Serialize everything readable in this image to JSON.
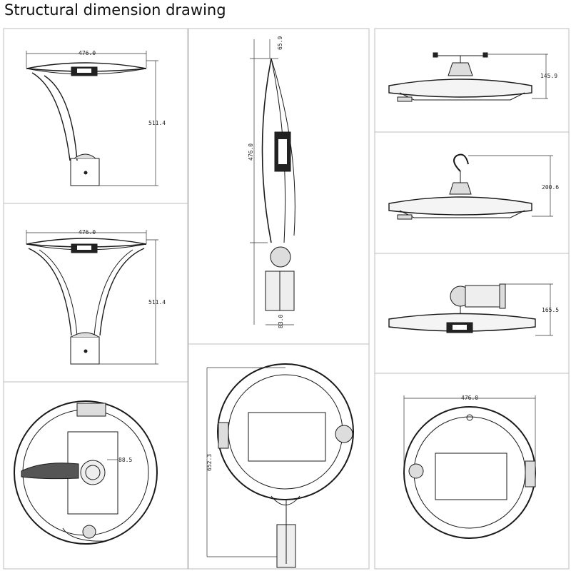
{
  "page": {
    "title": "Structural dimension drawing"
  },
  "views": {
    "side_curved": {
      "width_dim": "476.0",
      "height_dim": "511.4"
    },
    "side_y_shape": {
      "width_dim": "476.0",
      "height_dim": "511.4"
    },
    "bottom_post": {
      "dia_dim": "88.5"
    },
    "profile": {
      "top_dim": "65.9",
      "length_dim": "476.0",
      "base_dim": "83.0"
    },
    "bottom_arm": {
      "length_dim": "652.3"
    },
    "pendant_cable": {
      "height_dim": "145.9"
    },
    "pendant_hook": {
      "height_dim": "200.6"
    },
    "wall_mount": {
      "height_dim": "165.5"
    },
    "bottom_top": {
      "width_dim": "476.0"
    }
  },
  "colors": {
    "line": "#1a1a1a",
    "dim_line": "#333333",
    "panel_border": "#bdbdbd"
  }
}
